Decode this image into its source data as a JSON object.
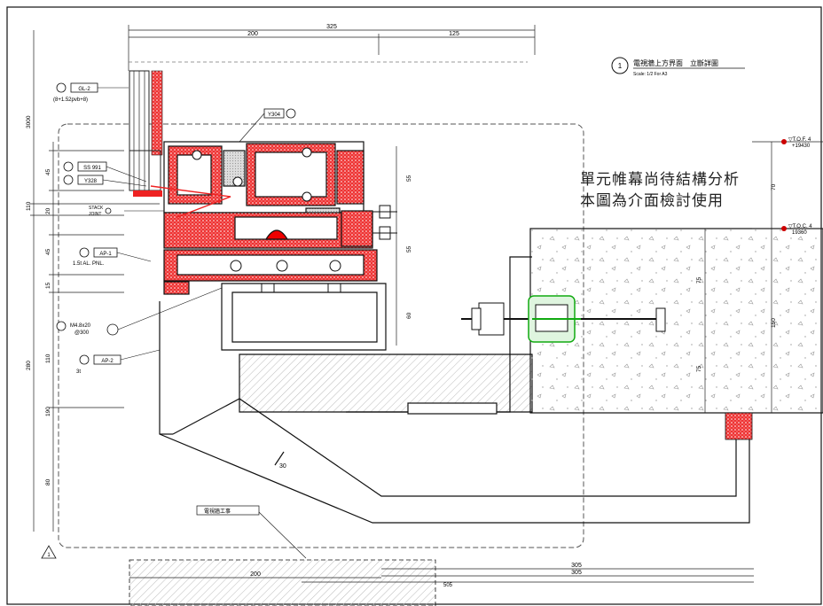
{
  "title": {
    "number": "1",
    "text": "電視牆上方界面　立斷詳圖",
    "scale": "Scale: 1/2 For A3"
  },
  "notes": [
    "單元帷幕尚待結構分析",
    "本圖為介面檢討使用"
  ],
  "dimensions": {
    "top_total": "325",
    "top_left": "200",
    "top_right": "125",
    "left_3000": "3000",
    "left_45a": "45",
    "left_110": "110",
    "left_20": "20",
    "left_45b": "45",
    "left_15": "15",
    "left_280": "280",
    "left_110b": "110",
    "left_190": "190",
    "left_80": "80",
    "mid_55a": "55",
    "mid_55b": "55",
    "mid_60": "60",
    "right_70": "70",
    "right_75a": "75",
    "right_75b": "75",
    "right_150": "150",
    "diag_30": "30",
    "bottom_200": "200",
    "bottom_305a": "305",
    "bottom_305b": "305",
    "bottom_505": "505"
  },
  "levels": [
    {
      "label": "▽T.O.F. 4",
      "value": "+19430"
    },
    {
      "label": "▽T.O.C. 4",
      "value": "19360"
    }
  ],
  "tags": {
    "gl2_code": "GL-2",
    "gl2_sub": "(8+1.52pvb+8)",
    "ss_code": "SS 991",
    "y328": "Y328",
    "y304": "Y304",
    "ap1_code": "AP-1",
    "ap1_sub": "1.5t AL. PNL.",
    "screw": "M4.8x20",
    "screw_sub": "@300",
    "ap2_code": "AP-2",
    "ap2_sub": "3t",
    "stack1": "STACK",
    "stack2": "JOINT",
    "tv_wall": "電視牆工事"
  },
  "revision_mark": "1"
}
